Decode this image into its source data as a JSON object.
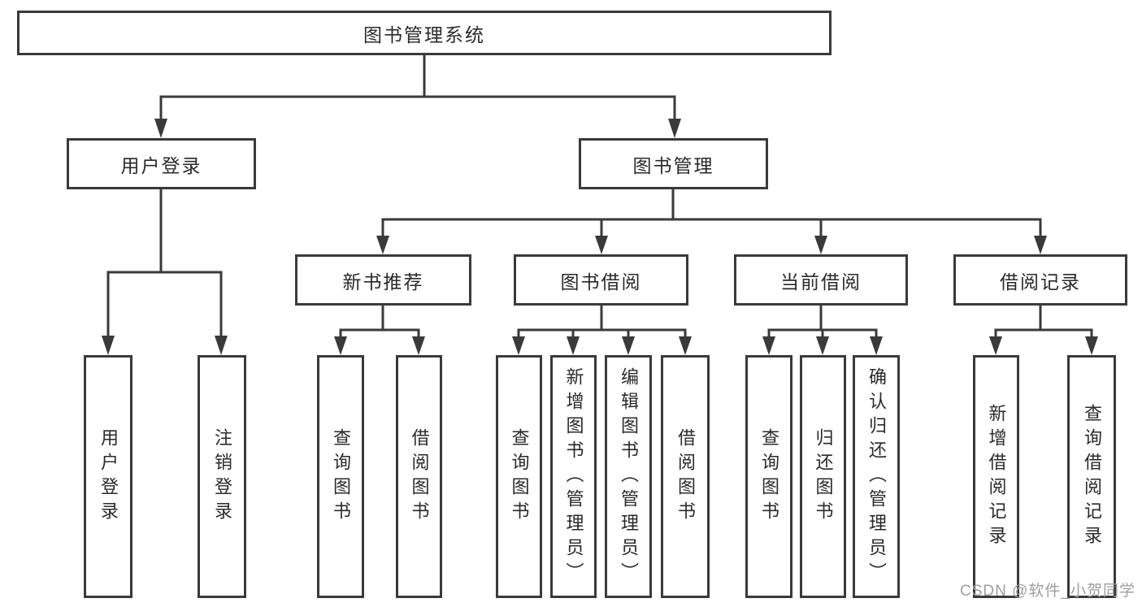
{
  "colors": {
    "line": "#3a3a3a",
    "box_border": "#3a3a3a",
    "text": "#2a2a2a",
    "watermark": "#9e9e9e",
    "background": "#ffffff"
  },
  "tree": {
    "root": "图书管理系统",
    "branches": [
      {
        "label": "用户登录",
        "children": [
          "用户登录",
          "注销登录"
        ]
      },
      {
        "label": "图书管理",
        "sections": [
          {
            "label": "新书推荐",
            "children": [
              "查询图书",
              "借阅图书"
            ]
          },
          {
            "label": "图书借阅",
            "children": [
              "查询图书",
              "新增图书（管理员）",
              "编辑图书（管理员）",
              "借阅图书"
            ]
          },
          {
            "label": "当前借阅",
            "children": [
              "查询图书",
              "归还图书",
              "确认归还（管理员）"
            ]
          },
          {
            "label": "借阅记录",
            "children": [
              "新增借阅记录",
              "查询借阅记录"
            ]
          }
        ]
      }
    ]
  },
  "watermark": {
    "text": "CSDN @软件_小贺同学"
  }
}
